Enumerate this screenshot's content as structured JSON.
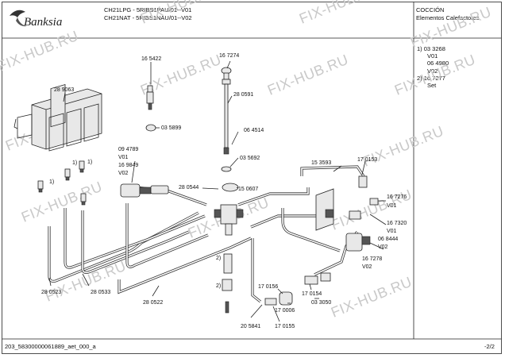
{
  "brand": {
    "name": "Banksia"
  },
  "header": {
    "model_line_1": "CH21LPG - 5RIBS1PAU/01--V01",
    "model_line_2": "CH21NAT - 5RIBS1NAU/01--V02",
    "category": "COCCIÓN",
    "subcategory": "Elementos Calefactores"
  },
  "legend": [
    "1) 03 3268",
    "V01",
    "06 4980",
    "V02",
    "2) 16 7277",
    "Set"
  ],
  "watermark": "FIX-HUB.RU",
  "labels": {
    "p289063": "28 9063",
    "p165422": "16 5422",
    "p167274": "16 7274",
    "p280591": "28 0591",
    "p035899": "03 5899",
    "p064514": "06 4514",
    "p094789": "09 4789",
    "v01a": "V01",
    "p169849": "16 9849",
    "v02a": "V02",
    "p035692": "03 5692",
    "p153593": "15 3593",
    "p170153": "17 0153",
    "p280544": "28 0544",
    "p150607": "15 0607",
    "p167276": "16 7276",
    "v01b": "V01",
    "p167320": "16 7320",
    "v01c": "V01",
    "p068444": "06 8444",
    "v02b": "V02",
    "p167278": "16 7278",
    "v02c": "V02",
    "p280523": "28 0523",
    "p280533": "28 0533",
    "p280522": "28 0522",
    "p170156": "17 0156",
    "p170154": "17 0154",
    "p170006": "17 0006",
    "p033050": "03 3050",
    "p205841": "20 5841",
    "p170155": "17 0155",
    "n1a": "1)",
    "n1b": "1)",
    "n1c": "1)",
    "n2a": "2)",
    "n2b": "2)"
  },
  "footer": {
    "doc_id": "203_58300000061889_aet_000_a",
    "page": "-2/2"
  }
}
